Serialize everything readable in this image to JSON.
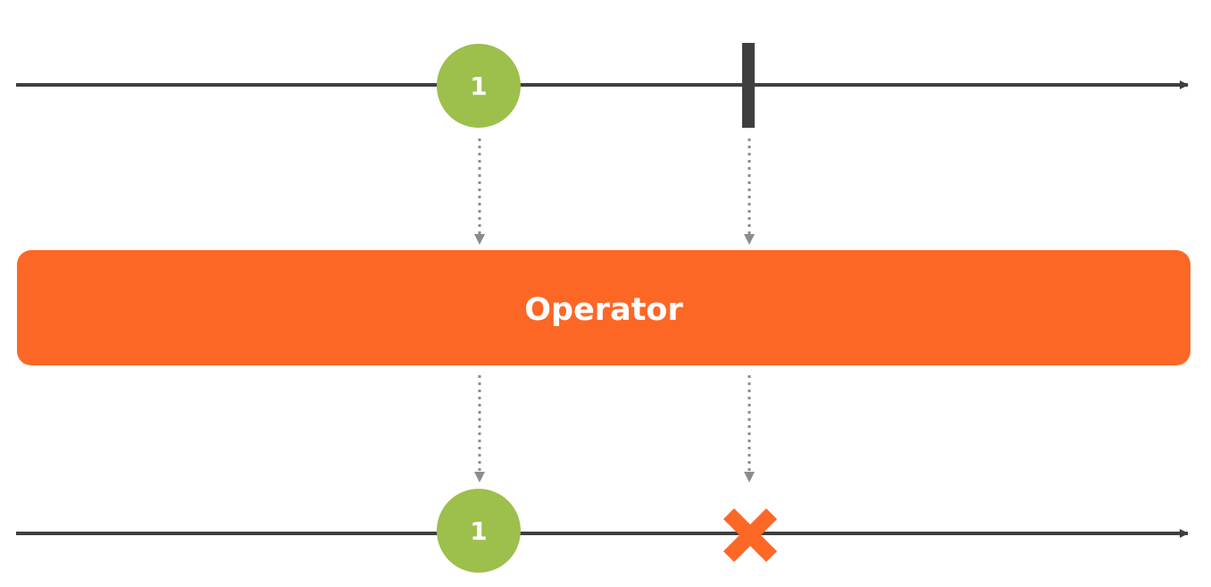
{
  "diagram": {
    "colors": {
      "timeline": "#3f3f3f",
      "marble": "#9dbf4c",
      "marble_text": "#ffffff",
      "operator_fill": "#fd6726",
      "operator_text": "#ffffff",
      "complete_marker": "#3f3f3f",
      "error_marker": "#fd6726",
      "connector": "#8c8c8c"
    },
    "input": {
      "marble_label": "1",
      "end_event": "complete"
    },
    "operator": {
      "label": "Operator"
    },
    "output": {
      "marble_label": "1",
      "end_event": "error"
    }
  }
}
